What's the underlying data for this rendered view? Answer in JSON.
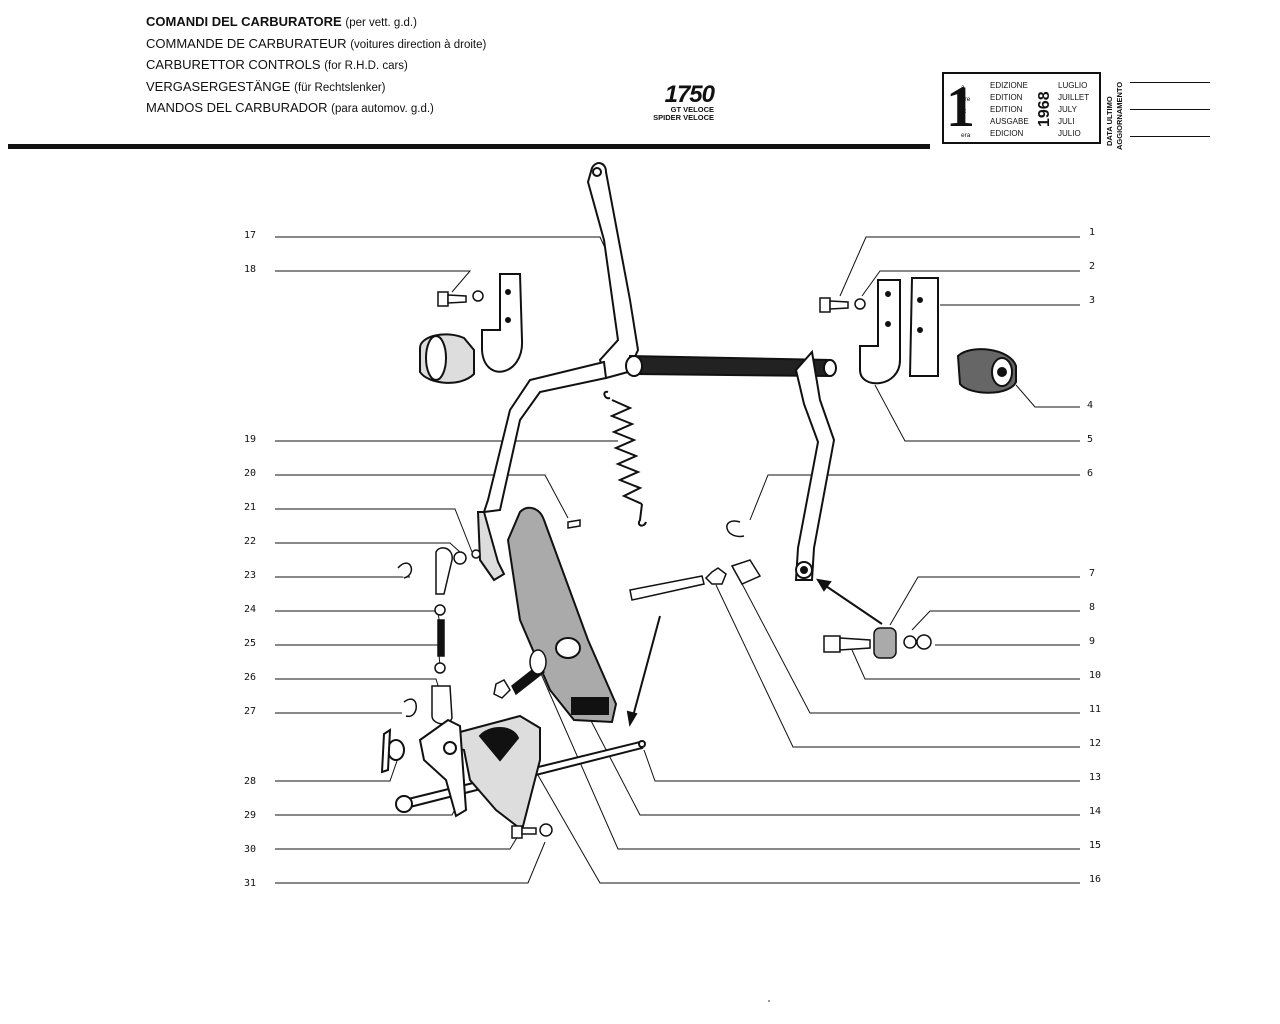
{
  "titles": [
    {
      "main": "COMANDI DEL CARBURATORE",
      "sub": "(per vett. g.d.)",
      "bold": true
    },
    {
      "main": "COMMANDE DE CARBURATEUR",
      "sub": "(voitures direction à droite)",
      "bold": false
    },
    {
      "main": "CARBURETTOR CONTROLS",
      "sub": "(for R.H.D. cars)",
      "bold": false
    },
    {
      "main": "VERGASERGESTÄNGE",
      "sub": "(für Rechtslenker)",
      "bold": false
    },
    {
      "main": "MANDOS DEL CARBURADOR",
      "sub": "(para automov. g.d.)",
      "bold": false
    }
  ],
  "model": {
    "number": "1750",
    "variant_1": "GT VELOCE",
    "variant_2": "SPIDER VELOCE"
  },
  "edition": {
    "number": "1",
    "suffixes": [
      "a",
      "ere",
      "st",
      ".",
      "era"
    ],
    "labels": [
      "EDIZIONE",
      "EDITION",
      "EDITION",
      "AUSGABE",
      "EDICION"
    ],
    "year": "1968",
    "months": [
      "LUGLIO",
      "JUILLET",
      "JULY",
      "JULI",
      "JULIO"
    ]
  },
  "update_box": {
    "line1": "DATA ULTIMO",
    "line2": "AGGIORNAMENTO"
  },
  "callouts_left": [
    "17",
    "18",
    "19",
    "20",
    "21",
    "22",
    "23",
    "24",
    "25",
    "26",
    "27",
    "28",
    "29",
    "30",
    "31"
  ],
  "callouts_right": [
    "1",
    "2",
    "3",
    "4",
    "5",
    "6",
    "7",
    "8",
    "9",
    "10",
    "11",
    "12",
    "13",
    "14",
    "15",
    "16"
  ]
}
